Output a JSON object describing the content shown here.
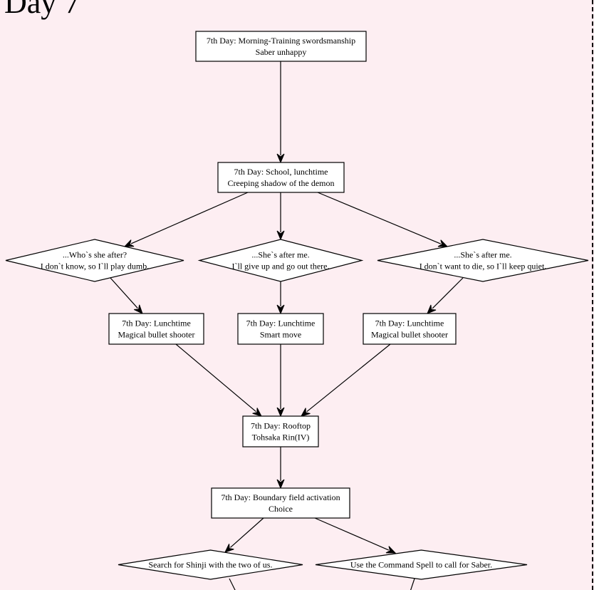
{
  "title": "Day 7",
  "colors": {
    "background": "#fdeef2",
    "node_fill": "#ffffff",
    "stroke": "#000000"
  },
  "nodes": [
    {
      "id": "morning",
      "shape": "box",
      "lines": [
        "7th Day: Morning-Training swordsmanship",
        "Saber unhappy"
      ]
    },
    {
      "id": "school",
      "shape": "box",
      "lines": [
        "7th Day: School, lunchtime",
        "Creeping shadow of the demon"
      ]
    },
    {
      "id": "choice1",
      "shape": "diamond",
      "lines": [
        "...Who`s she after?",
        "I don`t know, so I`ll play dumb."
      ]
    },
    {
      "id": "choice2",
      "shape": "diamond",
      "lines": [
        "...She`s after me.",
        "I`ll give up and go out there."
      ]
    },
    {
      "id": "choice3",
      "shape": "diamond",
      "lines": [
        "...She`s after me.",
        "I don`t want to die, so I`ll keep quiet."
      ]
    },
    {
      "id": "lunch1",
      "shape": "box",
      "lines": [
        "7th Day: Lunchtime",
        "Magical bullet shooter"
      ]
    },
    {
      "id": "lunch2",
      "shape": "box",
      "lines": [
        "7th Day: Lunchtime",
        "Smart move"
      ]
    },
    {
      "id": "lunch3",
      "shape": "box",
      "lines": [
        "7th Day: Lunchtime",
        "Magical bullet shooter"
      ]
    },
    {
      "id": "rooftop",
      "shape": "box",
      "lines": [
        "7th Day: Rooftop",
        "Tohsaka Rin(IV)"
      ]
    },
    {
      "id": "boundary",
      "shape": "box",
      "lines": [
        "7th Day: Boundary field activation",
        "Choice"
      ]
    },
    {
      "id": "choice4",
      "shape": "diamond",
      "lines": [
        "Search for Shinji with the two of us."
      ]
    },
    {
      "id": "choice5",
      "shape": "diamond",
      "lines": [
        "Use the Command Spell to call for Saber."
      ]
    }
  ],
  "edges": [
    [
      "morning",
      "school"
    ],
    [
      "school",
      "choice1"
    ],
    [
      "school",
      "choice2"
    ],
    [
      "school",
      "choice3"
    ],
    [
      "choice1",
      "lunch1"
    ],
    [
      "choice2",
      "lunch2"
    ],
    [
      "choice3",
      "lunch3"
    ],
    [
      "lunch1",
      "rooftop"
    ],
    [
      "lunch2",
      "rooftop"
    ],
    [
      "lunch3",
      "rooftop"
    ],
    [
      "rooftop",
      "boundary"
    ],
    [
      "boundary",
      "choice4"
    ],
    [
      "boundary",
      "choice5"
    ],
    [
      "choice4",
      "offscreen"
    ],
    [
      "choice5",
      "offscreen"
    ]
  ]
}
